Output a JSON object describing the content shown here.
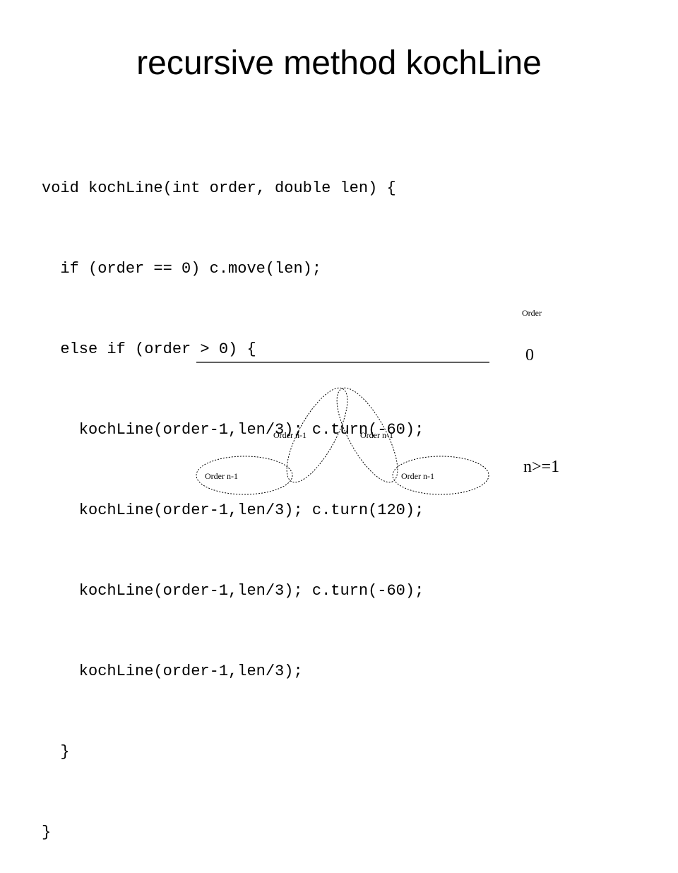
{
  "slide": {
    "title": "recursive method kochLine",
    "code_lines": [
      "void kochLine(int order, double len) {",
      "  if (order == 0) c.move(len);",
      "  else if (order > 0) {",
      "    kochLine(order-1,len/3); c.turn(-60);",
      "    kochLine(order-1,len/3); c.turn(120);",
      "    kochLine(order-1,len/3); c.turn(-60);",
      "    kochLine(order-1,len/3);",
      "  }",
      "}"
    ]
  },
  "diagram": {
    "header_label": "Order",
    "order0_label": "0",
    "ordern_label": "n>=1",
    "sub_labels": [
      "Order n-1",
      "Order n-1",
      "Order n-1",
      "Order n-1"
    ]
  }
}
